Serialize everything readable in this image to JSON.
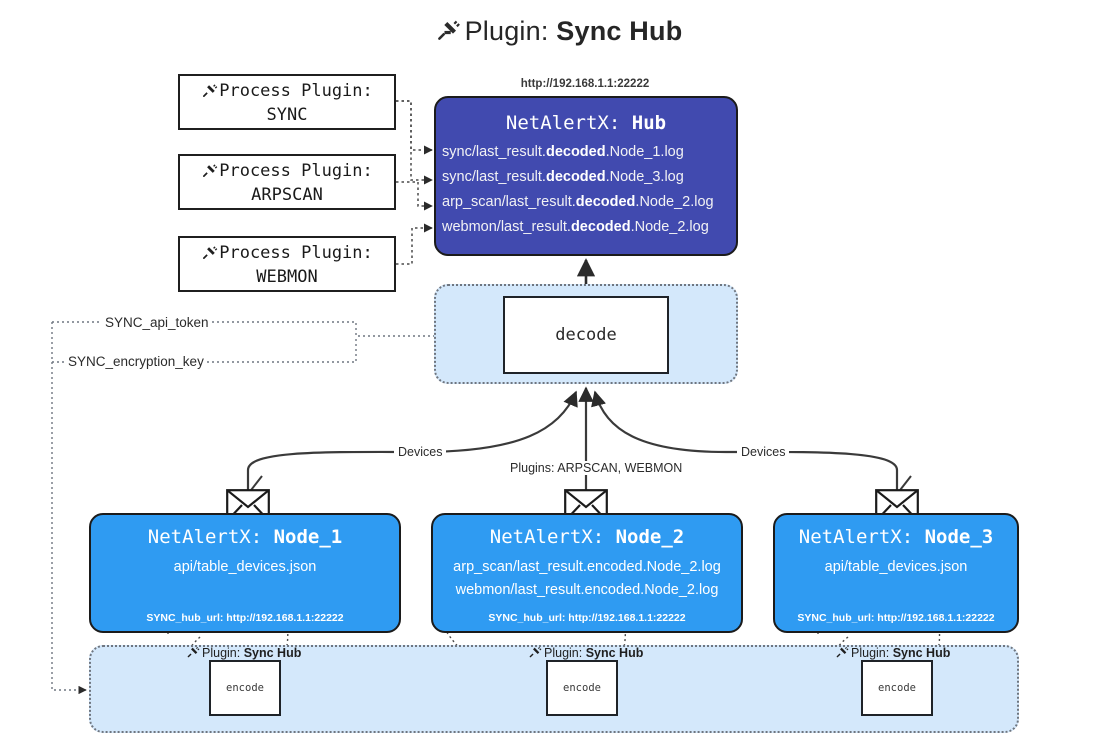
{
  "title": {
    "icon": "plug-icon",
    "prefix": "Plugin: ",
    "name": "Sync Hub"
  },
  "process_plugins": [
    {
      "icon": "plug-icon",
      "line1": "Process Plugin:",
      "line2": "SYNC"
    },
    {
      "icon": "plug-icon",
      "line1": "Process Plugin:",
      "line2": "ARPSCAN"
    },
    {
      "icon": "plug-icon",
      "line1": "Process Plugin:",
      "line2": "WEBMON"
    }
  ],
  "hub": {
    "url": "http://192.168.1.1:22222",
    "title_prefix": "NetAlertX: ",
    "title_name": "Hub",
    "rows": [
      {
        "pre": "sync/last_result.",
        "bold": "decoded",
        "post": ".Node_1.log"
      },
      {
        "pre": "sync/last_result.",
        "bold": "decoded",
        "post": ".Node_3.log"
      },
      {
        "pre": "arp_scan/last_result.",
        "bold": "decoded",
        "post": ".Node_2.log"
      },
      {
        "pre": "webmon/last_result.",
        "bold": "decoded",
        "post": ".Node_2.log"
      }
    ]
  },
  "decode": {
    "label": "decode"
  },
  "keys": {
    "api_token": "SYNC_api_token",
    "encryption_key": "SYNC_encryption_key"
  },
  "edge_labels": {
    "devices_left": "Devices",
    "devices_right": "Devices",
    "plugins_center": "Plugins: ARPSCAN, WEBMON"
  },
  "nodes": [
    {
      "title_prefix": "NetAlertX: ",
      "title_name": "Node_1",
      "lines": [
        "api/table_devices.json"
      ],
      "hub_url_label": "SYNC_hub_url: http://192.168.1.1:22222",
      "envelope_icon": "envelope-icon"
    },
    {
      "title_prefix": "NetAlertX: ",
      "title_name": "Node_2",
      "lines": [
        "arp_scan/last_result.encoded.Node_2.log",
        "webmon/last_result.encoded.Node_2.log"
      ],
      "hub_url_label": "SYNC_hub_url: http://192.168.1.1:22222",
      "envelope_icon": "envelope-icon"
    },
    {
      "title_prefix": "NetAlertX: ",
      "title_name": "Node_3",
      "lines": [
        "api/table_devices.json"
      ],
      "hub_url_label": "SYNC_hub_url: http://192.168.1.1:22222",
      "envelope_icon": "envelope-icon"
    }
  ],
  "plugin_strip": {
    "captions": [
      {
        "icon": "plug-icon",
        "prefix": "Plugin: ",
        "name": "Sync Hub"
      },
      {
        "icon": "plug-icon",
        "prefix": "Plugin: ",
        "name": "Sync Hub"
      },
      {
        "icon": "plug-icon",
        "prefix": "Plugin: ",
        "name": "Sync Hub"
      }
    ],
    "encode_label": "encode"
  },
  "colors": {
    "hub_fill": "#414aaf",
    "node_fill": "#2f9bf2",
    "zone_fill": "#d4e8fb",
    "stroke": "#1b1b1b",
    "dotted": "#6f7680"
  }
}
